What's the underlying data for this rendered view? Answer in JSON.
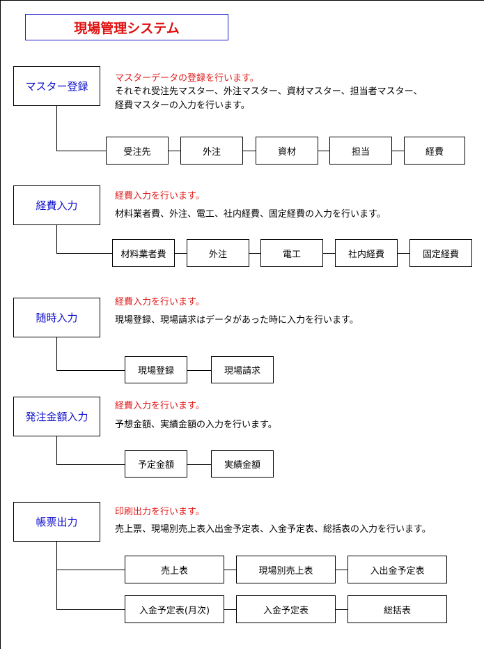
{
  "title": "現場管理システム",
  "colors": {
    "title": "#e01010",
    "title_border": "#1a1acc",
    "heading": "#1010cc",
    "note": "#e01818"
  },
  "sections": [
    {
      "label": "マスター登録",
      "note": "マスターデータの登録を行います。",
      "description": [
        "それぞれ受注先マスター、外注マスター、資材マスター、担当者マスター、",
        "経費マスターの入力を行います。"
      ],
      "rows": [
        [
          "受注先",
          "外注",
          "資材",
          "担当",
          "経費"
        ]
      ]
    },
    {
      "label": "経費入力",
      "note": "経費入力を行います。",
      "description": [
        "材料業者費、外注、電工、社内経費、固定経費の入力を行います。"
      ],
      "rows": [
        [
          "材料業者費",
          "外注",
          "電工",
          "社内経費",
          "固定経費"
        ]
      ]
    },
    {
      "label": "随時入力",
      "note": "経費入力を行います。",
      "description": [
        "現場登録、現場請求はデータがあった時に入力を行います。"
      ],
      "rows": [
        [
          "現場登録",
          "現場請求"
        ]
      ]
    },
    {
      "label": "発注金額入力",
      "note": "経費入力を行います。",
      "description": [
        "予想金額、実績金額の入力を行います。"
      ],
      "rows": [
        [
          "予定金額",
          "実績金額"
        ]
      ]
    },
    {
      "label": "帳票出力",
      "note": "印刷出力を行います。",
      "description": [
        "売上票、現場別売上表入出金予定表、入金予定表、総括表の入力を行います。"
      ],
      "rows": [
        [
          "売上表",
          "現場別売上表",
          "入出金予定表"
        ],
        [
          "入金予定表(月次)",
          "入金予定表",
          "総括表"
        ]
      ]
    }
  ]
}
